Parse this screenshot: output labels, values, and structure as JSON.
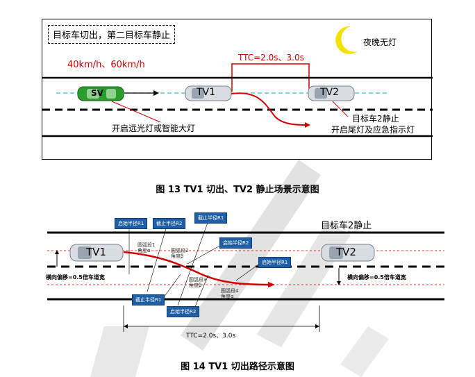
{
  "figure13": {
    "title": "目标车切出，第二目标车静止",
    "night": "夜晚无灯",
    "speeds": "40km/h、60km/h",
    "ttc": "TTC=2.0s、3.0s",
    "sv": "SV",
    "tv1": "TV1",
    "tv2": "TV2",
    "note_sv": "开启远光灯或智能大灯",
    "note_tv2_line1": "目标车2静止",
    "note_tv2_line2": "开启尾灯及应急指示灯",
    "caption": "图 13  TV1 切出、TV2 静止场景示意图"
  },
  "figure14": {
    "label_tv2_static": "目标车2静止",
    "tv1": "TV1",
    "tv2": "TV2",
    "offset_left": "横向偏移=0.5倍车道宽",
    "offset_right": "横向偏移=0.5倍车道宽",
    "ttc": "TTC=2.0s、3.0s",
    "boxes": [
      "启始半径R1",
      "截止半径R2",
      "截止半径R1",
      "启始半径R2",
      "截止半径R1",
      "启始半径R2",
      "启始半径R1"
    ],
    "arc1": "圆弧段1",
    "arc1_angle": "角度α",
    "arc2": "圆弧段2",
    "arc2_angle": "角度β",
    "arc3": "圆弧段3",
    "arc3_angle": "角度β",
    "arc4": "圆弧段4",
    "arc4_angle": "角度α",
    "caption": "图 14  TV1 切出路径示意图"
  },
  "colors": {
    "red": "#d40000",
    "blue": "#1f5fa5",
    "sv_green": "#2a9d2a",
    "watermark": "#e0e0e0"
  }
}
